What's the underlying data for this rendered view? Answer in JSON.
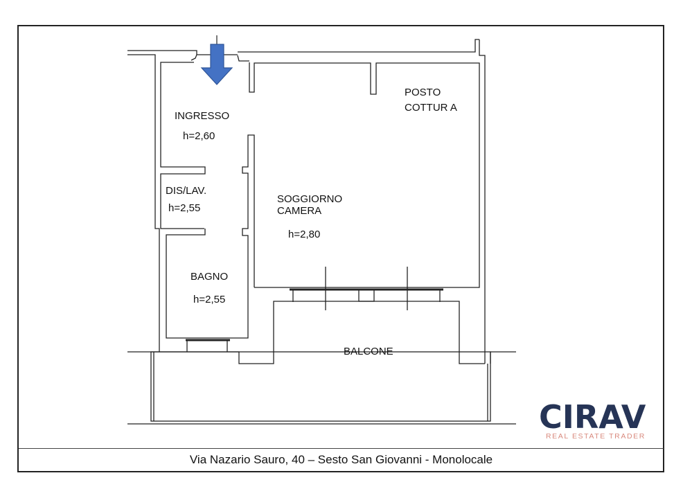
{
  "rooms": {
    "ingresso": {
      "name": "INGRESSO",
      "height": "h=2,60"
    },
    "dislav": {
      "name": "DIS/LAV.",
      "height": "h=2,55"
    },
    "bagno": {
      "name": "BAGNO",
      "height": "h=2,55"
    },
    "soggiorno": {
      "name_line1": "SOGGIORNO",
      "name_line2": "CAMERA",
      "height": "h=2,80"
    },
    "posto_cottura": {
      "name_line1": "POSTO",
      "name_line2": "COTTUR A"
    },
    "balcone": {
      "name": "BALCONE"
    }
  },
  "entrance_arrow_color": "#4472c4",
  "logo": {
    "brand": "CIRAV",
    "tagline": "REAL ESTATE TRADER",
    "brand_color": "#263456",
    "tagline_color": "#d98a7e"
  },
  "footer": {
    "caption": "Via Nazario Sauro, 40 – Sesto San Giovanni - Monolocale"
  }
}
